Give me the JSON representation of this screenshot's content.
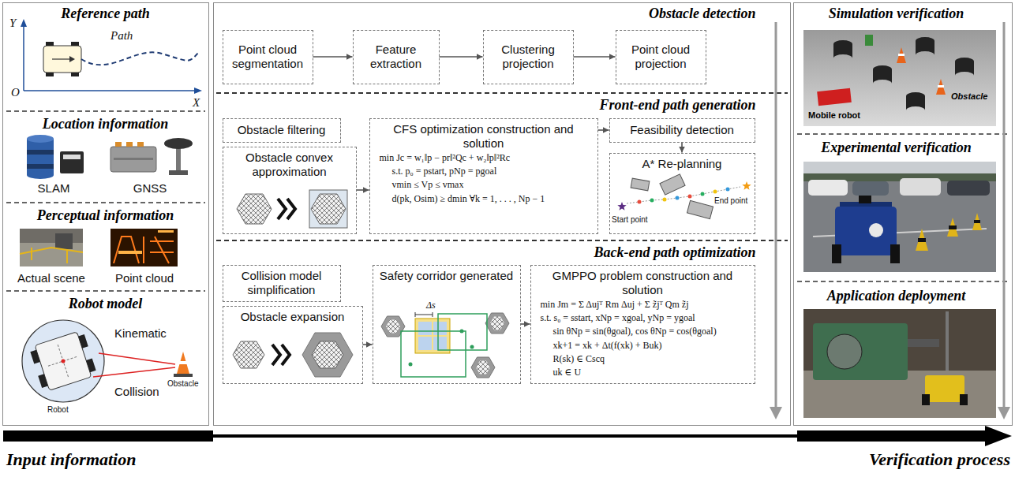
{
  "diagram": {
    "nodes": [
      {
        "text": [
          "Reference path",
          "Location information",
          "Perceptual information",
          "Robot model"
        ]
      },
      {
        "text": [
          "Obstacle detection",
          "Front-end path generation",
          "Back-end path optimization"
        ]
      },
      {
        "text": [
          "Point cloud segmentation"
        ],
        "in": 1
      },
      {
        "text": [
          "Feature extraction"
        ],
        "in": 1
      },
      {
        "text": [
          "Clustering projection"
        ],
        "in": 1
      },
      {
        "text": [
          "Point cloud projection"
        ],
        "in": 1
      },
      {
        "text": [
          "Obstacle filtering"
        ],
        "in": 1
      },
      {
        "text": [
          "Obstacle convex approximation"
        ],
        "in": 1
      },
      {
        "text": [
          "CFS optimization construction and solution",
          "min Jc = w₁‖p − pr‖²Qc + w₂‖p‖²Rc",
          "s.t. p₀ = pstart, pNp = pgoal",
          "vmin ≤ Vp ≤ vmax",
          "d(pk, Osim) ≥ dmin ∀k = 1, . . . , Np − 1"
        ],
        "in": 1
      },
      {
        "text": [
          "Feasibility detection"
        ],
        "in": 1
      },
      {
        "text": [
          "A* Re-planning",
          "Start point",
          "End point"
        ],
        "in": 1
      },
      {
        "text": [
          "Collision model simplification"
        ],
        "in": 1
      },
      {
        "text": [
          "Obstacle expansion"
        ],
        "in": 1
      },
      {
        "text": [
          "Safety corridor generated",
          "Δs"
        ],
        "in": 1
      },
      {
        "text": [
          "GMPPO problem construction and solution",
          "min Jm = Σ Δujᵀ Rm Δuj + Σ z̃jᵀ Qm z̃j",
          "s.t. s₀ = sstart, xNp = xgoal, yNp = ygoal",
          "sin θNp = sin(θgoal), cos θNp = cos(θgoal)",
          "xk+1 = xk + Δt(f(xk) + Buk)",
          "R(sk) ∈ Cscq",
          "uk ∈ U"
        ],
        "in": 1
      },
      {
        "text": [
          "Simulation verification",
          "Experimental verification",
          "Application deployment"
        ]
      }
    ],
    "edges": [
      {
        "from": 2,
        "to": 3,
        "arrow": "to"
      },
      {
        "from": 3,
        "to": 4,
        "arrow": "to"
      },
      {
        "from": 4,
        "to": 5,
        "arrow": "to"
      },
      {
        "from": 7,
        "to": 8,
        "arrow": "to"
      },
      {
        "from": 8,
        "to": 9,
        "arrow": "to"
      },
      {
        "from": 9,
        "to": 10,
        "arrow": "to"
      },
      {
        "from": 12,
        "to": 13,
        "arrow": "to"
      },
      {
        "from": 13,
        "to": 14,
        "arrow": "to"
      }
    ],
    "labels": [
      "Y",
      "O",
      "X",
      "Path",
      "SLAM",
      "GNSS",
      "Actual scene",
      "Point cloud",
      "Kinematic",
      "Collision",
      "Robot",
      "Obstacle",
      "Mobile robot",
      "Obstacle",
      "Input information",
      "Verification process"
    ]
  }
}
